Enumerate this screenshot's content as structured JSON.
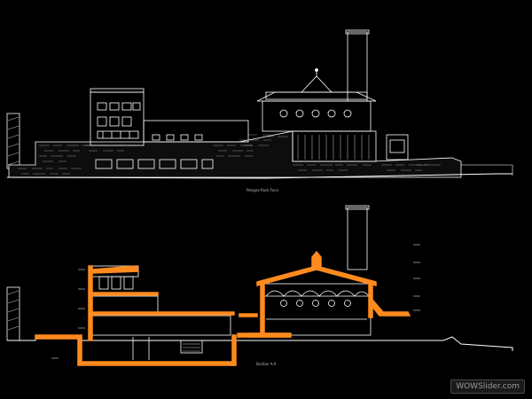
{
  "drawing": {
    "elevation_caption": "Pangea Rock Face",
    "section_caption": "Section A-A",
    "watermark": "WOWSlider.com",
    "colors": {
      "background": "#000000",
      "linework": "#ffffff",
      "cut": "#ff8a1e"
    }
  }
}
